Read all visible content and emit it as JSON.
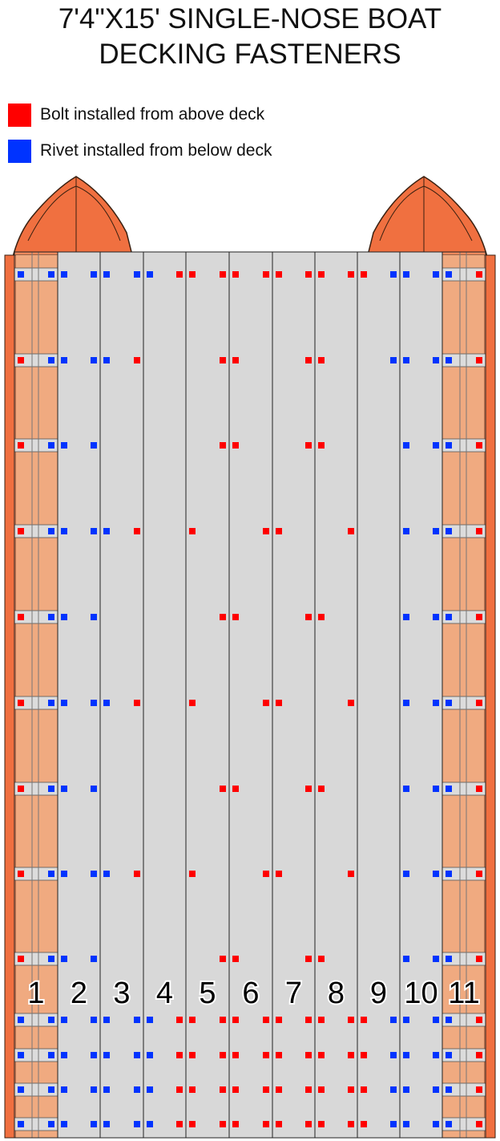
{
  "title": {
    "line1": "7'4\"X15' SINGLE-NOSE BOAT",
    "line2": "DECKING FASTENERS"
  },
  "legend": [
    {
      "label": "Bolt installed from above deck",
      "color": "#ff0000"
    },
    {
      "label": "Rivet installed from below deck",
      "color": "#0033ff"
    }
  ],
  "colors": {
    "bolt": "#ff0000",
    "rivet": "#0033ff",
    "deck": "#d8d8d8",
    "pontoon": "#f07040",
    "pontoon_light": "#f4a476",
    "frame": "#dcdcdc"
  },
  "boards": [
    "1",
    "2",
    "3",
    "4",
    "5",
    "6",
    "7",
    "8",
    "9",
    "10",
    "11"
  ],
  "fasteners": {
    "positions": [
      "1L",
      "1R",
      "2L",
      "2R",
      "3L",
      "3R",
      "4L",
      "4R",
      "5L",
      "5R",
      "6L",
      "6R",
      "7L",
      "7R",
      "8L",
      "8R",
      "9L",
      "9R",
      "10L",
      "10R",
      "11L",
      "11R"
    ],
    "rows": [
      "BBBBBBBRRRRRRRRRRBBBBR",
      "RBBBBR...RR..RR..BBBBR",
      "RBBB.....RR..RR...BBBR",
      "RBBBBR..R..RR..R..BBBR",
      "RBBB.....RR..RR...BBBR",
      "RBBBBR..R..RR..R..BBBR",
      "RBBB.....RR..RR...BBBR",
      "RBBBBR..R..RR..R..BBBR",
      "RBBB.....RR..RR...BBBR",
      "BBBBBBBRRRRRRRRRRBBBBR",
      "BBBBBBBRRRRRRRRRRBBBBR",
      "BBBBBBBRRRRRRRRRRBBBBR",
      "BBBBBBBRRRRRRRRRRBBBBR"
    ]
  }
}
